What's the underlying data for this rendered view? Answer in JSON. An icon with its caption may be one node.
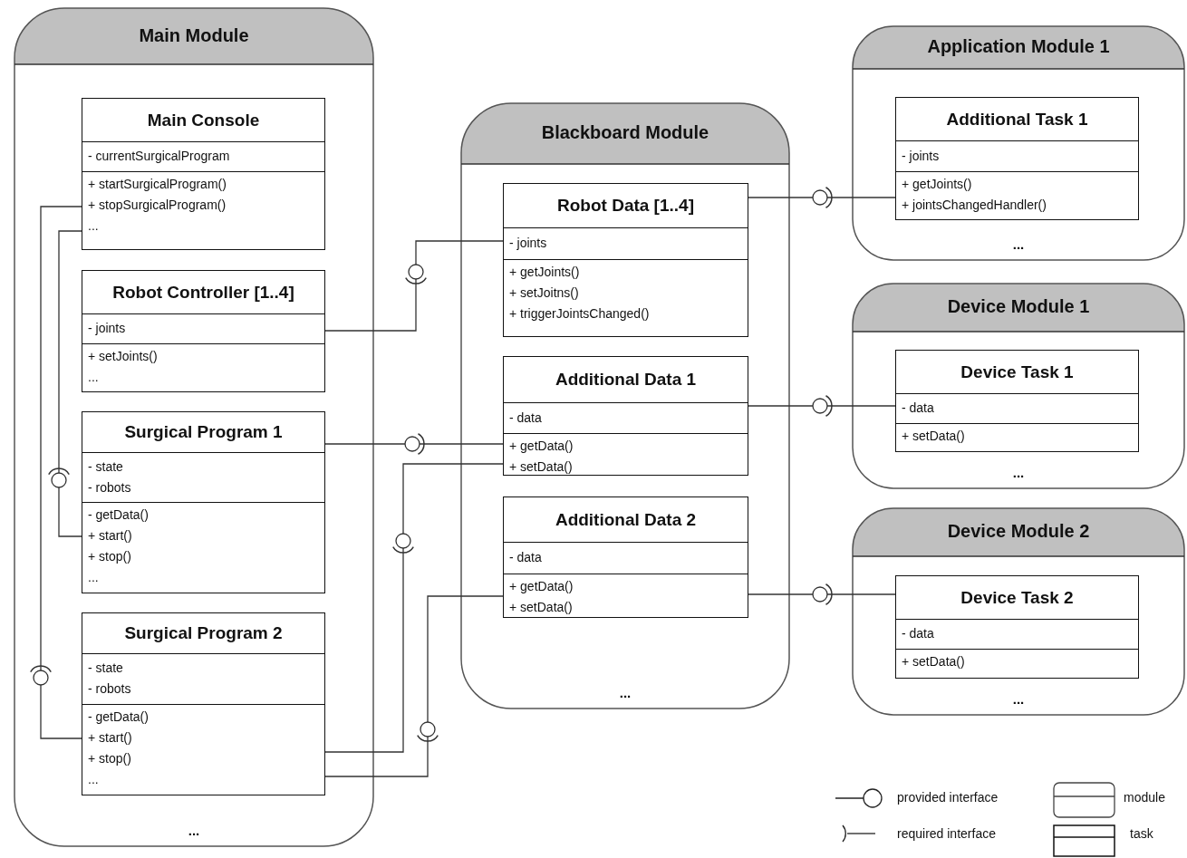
{
  "diagram": {
    "nodes": [
      {
        "text": [
          "Main Module",
          "..."
        ]
      },
      {
        "text": [
          "Main Console",
          "- currentSurgicalProgram",
          "+ startSurgicalProgram()",
          "+ stopSurgicalProgram()",
          "..."
        ],
        "in": 0
      },
      {
        "text": [
          "Robot Controller [1..4]",
          "- joints",
          "+ setJoints()",
          "..."
        ],
        "in": 0
      },
      {
        "text": [
          "Surgical Program 1",
          "- state",
          "- robots",
          "- getData()",
          "+ start()",
          "+ stop()",
          "..."
        ],
        "in": 0
      },
      {
        "text": [
          "Surgical Program 2",
          "- state",
          "- robots",
          "- getData()",
          "+ start()",
          "+ stop()",
          "..."
        ],
        "in": 0
      },
      {
        "text": [
          "Blackboard Module",
          "..."
        ]
      },
      {
        "text": [
          "Robot Data [1..4]",
          "- joints",
          "+ getJoints()",
          "+ setJoitns()",
          "+ triggerJointsChanged()"
        ],
        "in": 5
      },
      {
        "text": [
          "Additional Data 1",
          "- data",
          "+ getData()",
          "+ setData()"
        ],
        "in": 5
      },
      {
        "text": [
          "Additional Data 2",
          "- data",
          "+ getData()",
          "+ setData()"
        ],
        "in": 5
      },
      {
        "text": [
          "Application Module 1",
          "..."
        ]
      },
      {
        "text": [
          "Additional Task 1",
          "- joints",
          "+ getJoints()",
          "+ jointsChangedHandler()"
        ],
        "in": 9
      },
      {
        "text": [
          "Device Module 1",
          "..."
        ]
      },
      {
        "text": [
          "Device Task 1",
          "- data",
          "+ setData()"
        ],
        "in": 11
      },
      {
        "text": [
          "Device Module 2",
          "..."
        ]
      },
      {
        "text": [
          "Device Task 2",
          "- data",
          "+ setData()"
        ],
        "in": 13
      }
    ],
    "edges": [
      {
        "from": 1,
        "to": 4,
        "arrow": "none"
      },
      {
        "from": 1,
        "to": 3,
        "arrow": "none"
      },
      {
        "from": 2,
        "to": 6,
        "arrow": "none"
      },
      {
        "from": 3,
        "to": 7,
        "arrow": "none"
      },
      {
        "from": 4,
        "to": 7,
        "arrow": "none"
      },
      {
        "from": 4,
        "to": 8,
        "arrow": "none"
      },
      {
        "from": 6,
        "to": 10,
        "arrow": "none"
      },
      {
        "from": 7,
        "to": 12,
        "arrow": "none"
      },
      {
        "from": 8,
        "to": 14,
        "arrow": "none"
      }
    ],
    "legend": [
      {
        "text": "provided interface"
      },
      {
        "text": "required interface"
      },
      {
        "text": "module"
      },
      {
        "text": "task"
      }
    ]
  }
}
